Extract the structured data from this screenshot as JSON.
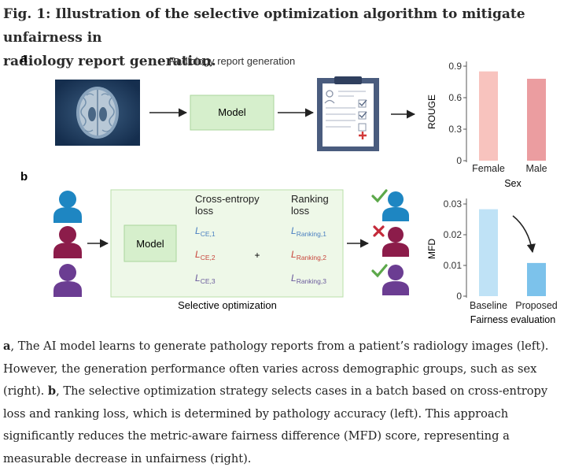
{
  "title_line1": "Fig. 1: Illustration of the selective optimization algorithm to mitigate unfairness in",
  "title_line2": "radiology report generation.",
  "panel_a": {
    "label": "a",
    "heading": "Radiology report generation",
    "model_label": "Model"
  },
  "panel_b": {
    "label": "b",
    "model_label": "Model",
    "ce_header": [
      "Cross-entropy",
      "loss"
    ],
    "rank_header": [
      "Ranking",
      "loss"
    ],
    "ce_losses": [
      "L",
      "L",
      "L"
    ],
    "ce_subs": [
      "CE,1",
      "CE,2",
      "CE,3"
    ],
    "rank_losses": [
      "L",
      "L",
      "L"
    ],
    "rank_subs": [
      "Ranking,1",
      "Ranking,2",
      "Ranking,3"
    ],
    "plus": "+",
    "footer": "Selective optimization",
    "marks": [
      "check",
      "cross",
      "check"
    ]
  },
  "colors": {
    "female_bar": "#f8c3be",
    "male_bar": "#eb9da0",
    "baseline_bar": "#bfe2f6",
    "proposed_bar": "#7cc2eb",
    "model_box": "#d6efcc",
    "check": "#5ca84a",
    "cross": "#c42a3a",
    "person_blue": "#1e86c2",
    "person_maroon": "#8c1c4a",
    "person_purple": "#6b3d92",
    "ce1": "#4a7fc0",
    "ce2": "#c8463c",
    "ce3": "#6a5a9c"
  },
  "chart_data": [
    {
      "type": "bar",
      "categories": [
        "Female",
        "Male"
      ],
      "values": [
        0.85,
        0.78
      ],
      "xlabel": "Sex",
      "ylabel": "ROUGE",
      "ylim": [
        0,
        0.9
      ],
      "yticks": [
        0,
        0.3,
        0.6,
        0.9
      ],
      "ytick_labels": [
        "0",
        "0.3",
        "0.6",
        "0.9"
      ]
    },
    {
      "type": "bar",
      "categories": [
        "Baseline",
        "Proposed"
      ],
      "values": [
        0.0283,
        0.0108
      ],
      "xlabel": "Fairness evaluation",
      "ylabel": "MFD",
      "ylim": [
        0,
        0.03
      ],
      "yticks": [
        0,
        0.01,
        0.02,
        0.03
      ],
      "ytick_labels": [
        "0",
        "0.01",
        "0.02",
        "0.03"
      ]
    }
  ],
  "caption": {
    "a_label": "a",
    "a_text": ", The AI model learns to generate pathology reports from a patient’s radiology images (left). However, the generation performance often varies across demographic groups, such as sex (right). ",
    "b_label": "b",
    "b_text": ", The selective optimization strategy selects cases in a batch based on cross-entropy loss and ranking loss, which is determined by pathology accuracy (left). This approach significantly reduces the metric-aware fairness difference (MFD) score, representing a measurable decrease in unfairness (right)."
  }
}
